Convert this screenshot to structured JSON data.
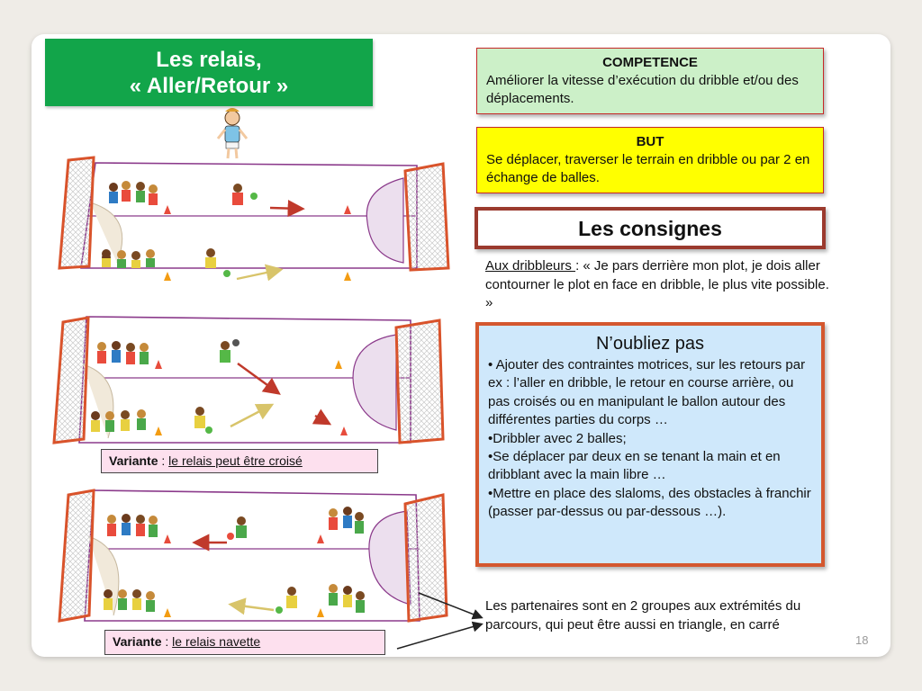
{
  "slide": {
    "title_line1": "Les relais,",
    "title_line2": "« Aller/Retour »",
    "page_number": "18"
  },
  "competence": {
    "heading": "COMPETENCE",
    "text": "Améliorer la vitesse d’exécution du dribble et/ou des déplacements."
  },
  "but": {
    "heading": "BUT",
    "text": "Se déplacer, traverser le terrain en dribble ou par 2 en échange de balles."
  },
  "consignes": {
    "heading": "Les consignes",
    "dribbleurs_label": "Aux dribbleurs ",
    "dribbleurs_text": ": « Je pars derrière mon plot, je dois aller contourner le plot en face en dribble, le plus vite possible. »"
  },
  "noubliez": {
    "heading": "N’oubliez pas",
    "items": [
      "• Ajouter des contraintes motrices, sur les retours par ex : l’aller en dribble, le retour en course arrière, ou pas croisés ou en manipulant le ballon autour des différentes parties du corps …",
      "•Dribbler avec 2 balles;",
      "•Se déplacer par deux en se tenant la main et en dribblant avec la main libre …",
      "•Mettre en place des slaloms, des obstacles à franchir (passer par-dessus ou par-dessous …)."
    ]
  },
  "partenaires": {
    "text": "Les partenaires sont en 2 groupes aux extrémités du parcours, qui peut être aussi en triangle, en carré"
  },
  "variante1": {
    "label": "Variante",
    "sep": " : ",
    "text": "le relais peut être croisé"
  },
  "variante2": {
    "label": "Variante",
    "sep": " : ",
    "text": "le relais navette"
  },
  "colors": {
    "title_bg": "#12a54a",
    "competence_bg": "#ccf0c8",
    "but_bg": "#ffff00",
    "noubliez_bg": "#cfe8fb",
    "variante_bg": "#fde0ee"
  }
}
